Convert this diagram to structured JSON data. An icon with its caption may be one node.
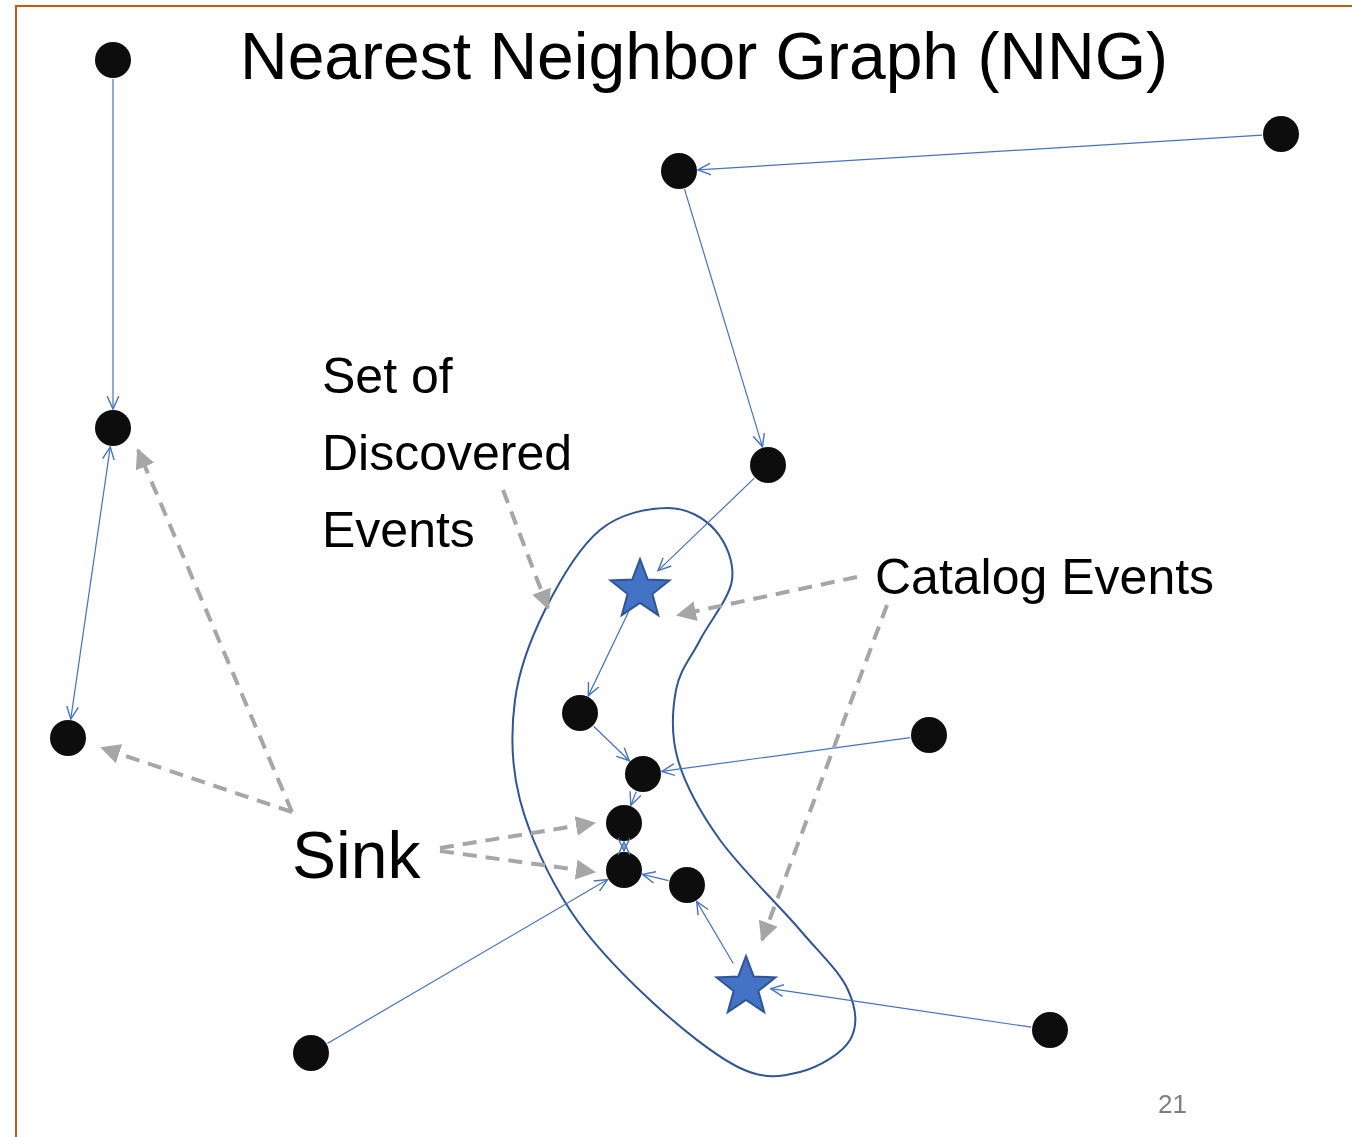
{
  "diagram": {
    "title": "Nearest Neighbor Graph (NNG)",
    "nodes": [
      {
        "text": [],
        "shape": "circle"
      },
      {
        "text": [],
        "shape": "circle"
      },
      {
        "text": [],
        "shape": "circle"
      },
      {
        "text": [],
        "shape": "circle"
      },
      {
        "text": [],
        "shape": "circle"
      },
      {
        "text": [],
        "shape": "circle"
      },
      {
        "text": [],
        "shape": "blob"
      },
      {
        "text": [],
        "shape": "star",
        "in": 6
      },
      {
        "text": [],
        "shape": "circle",
        "in": 6
      },
      {
        "text": [],
        "shape": "circle",
        "in": 6
      },
      {
        "text": [],
        "shape": "circle",
        "in": 6
      },
      {
        "text": [],
        "shape": "circle",
        "in": 6
      },
      {
        "text": [],
        "shape": "circle",
        "in": 6
      },
      {
        "text": [],
        "shape": "star",
        "in": 6
      },
      {
        "text": [],
        "shape": "circle"
      },
      {
        "text": [],
        "shape": "circle"
      },
      {
        "text": [],
        "shape": "circle"
      },
      {
        "text": [
          "Set of Discovered Events"
        ]
      },
      {
        "text": [
          "Catalog Events"
        ]
      },
      {
        "text": [
          "Sink"
        ]
      }
    ],
    "edges": [
      {
        "from": 0,
        "to": 1,
        "arrow": "to"
      },
      {
        "from": 1,
        "to": 2,
        "arrow": "both"
      },
      {
        "from": 3,
        "to": 4,
        "arrow": "to"
      },
      {
        "from": 4,
        "to": 5,
        "arrow": "to"
      },
      {
        "from": 5,
        "to": 7,
        "arrow": "to"
      },
      {
        "from": 7,
        "to": 8,
        "arrow": "to"
      },
      {
        "from": 8,
        "to": 9,
        "arrow": "to"
      },
      {
        "from": 14,
        "to": 9,
        "arrow": "to"
      },
      {
        "from": 9,
        "to": 10,
        "arrow": "to"
      },
      {
        "from": 10,
        "to": 11,
        "arrow": "both"
      },
      {
        "from": 12,
        "to": 11,
        "arrow": "to"
      },
      {
        "from": 15,
        "to": 11,
        "arrow": "to"
      },
      {
        "from": 13,
        "to": 12,
        "arrow": "to"
      },
      {
        "from": 16,
        "to": 13,
        "arrow": "to"
      },
      {
        "from": 17,
        "to": 6,
        "arrow": "to",
        "style": "dashed",
        "color": "#a6a6a6"
      },
      {
        "from": 18,
        "to": 7,
        "arrow": "to",
        "style": "dashed",
        "color": "#a6a6a6"
      },
      {
        "from": 18,
        "to": 13,
        "arrow": "to",
        "style": "dashed",
        "color": "#a6a6a6"
      },
      {
        "from": 19,
        "to": 1,
        "arrow": "to",
        "style": "dashed",
        "color": "#a6a6a6"
      },
      {
        "from": 19,
        "to": 2,
        "arrow": "to",
        "style": "dashed",
        "color": "#a6a6a6"
      },
      {
        "from": 19,
        "to": 10,
        "arrow": "to",
        "style": "dashed",
        "color": "#a6a6a6"
      },
      {
        "from": 19,
        "to": 11,
        "arrow": "to",
        "style": "dashed",
        "color": "#a6a6a6"
      }
    ],
    "labels": [
      "21"
    ]
  }
}
